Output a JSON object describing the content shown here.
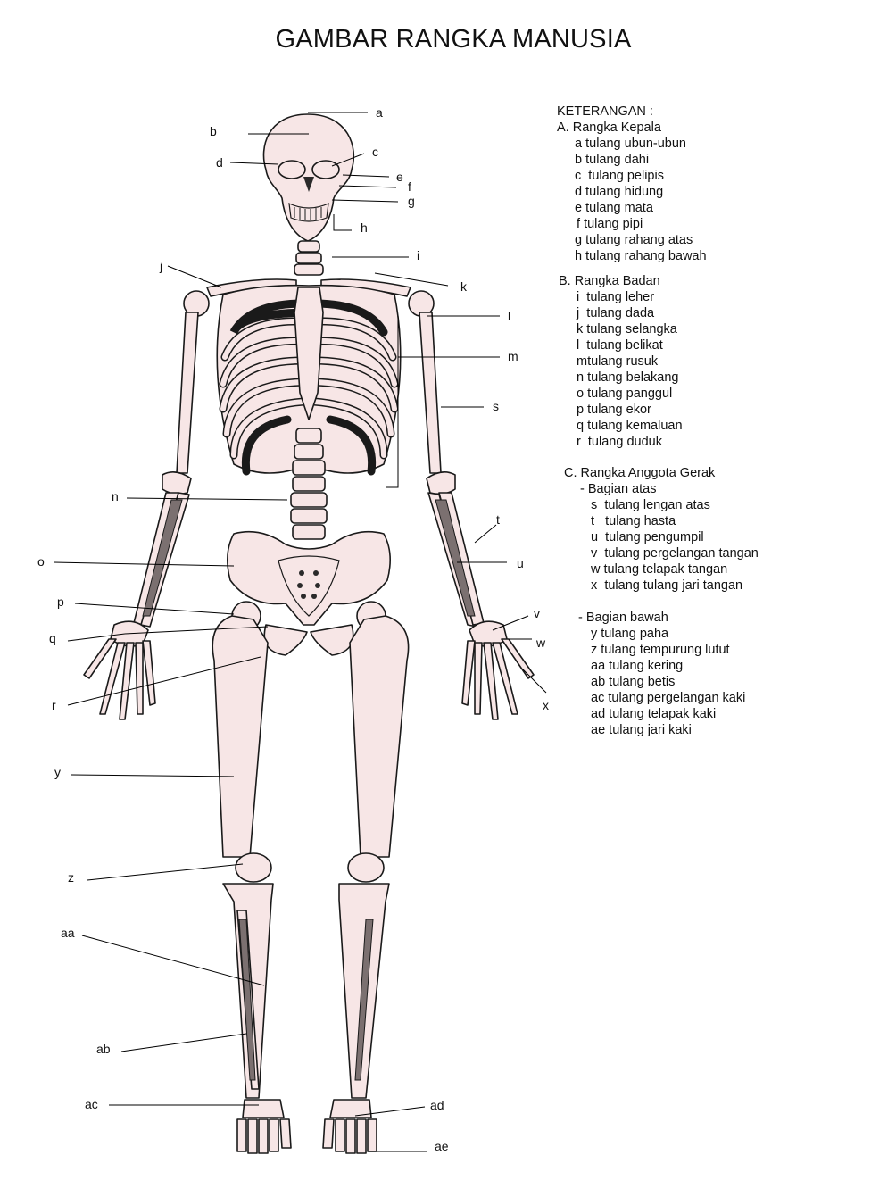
{
  "title": "GAMBAR RANGKA MANUSIA",
  "labels": {
    "a": "a",
    "b": "b",
    "c": "c",
    "d": "d",
    "e": "e",
    "f": "f",
    "g": "g",
    "h": "h",
    "i": "i",
    "j": "j",
    "k": "k",
    "l": "l",
    "m": "m",
    "n": "n",
    "o": "o",
    "p": "p",
    "q": "q",
    "r": "r",
    "s": "s",
    "t": "t",
    "u": "u",
    "v": "v",
    "w": "w",
    "x": "x",
    "y": "y",
    "z": "z",
    "aa": "aa",
    "ab": "ab",
    "ac": "ac",
    "ad": "ad",
    "ae": "ae"
  },
  "legend": {
    "heading": "KETERANGAN :",
    "sections": [
      {
        "title": "A. Rangka Kepala",
        "items": [
          {
            "code": "a",
            "text": "tulang ubun-ubun"
          },
          {
            "code": "b",
            "text": "tulang dahi"
          },
          {
            "code": "c",
            "text": " tulang pelipis"
          },
          {
            "code": "d",
            "text": "tulang hidung"
          },
          {
            "code": "e",
            "text": "tulang mata"
          },
          {
            "code": "f",
            "text": "tulang pipi"
          },
          {
            "code": "g",
            "text": "tulang rahang atas"
          },
          {
            "code": "h",
            "text": "tulang rahang bawah"
          }
        ]
      },
      {
        "title": "B. Rangka Badan",
        "items": [
          {
            "code": "i",
            "text": " tulang leher"
          },
          {
            "code": "j",
            "text": " tulang dada"
          },
          {
            "code": "k",
            "text": "tulang selangka"
          },
          {
            "code": "l",
            "text": " tulang belikat"
          },
          {
            "code": "m",
            "text": "tulang rusuk"
          },
          {
            "code": "n",
            "text": "tulang belakang"
          },
          {
            "code": "o",
            "text": "tulang panggul"
          },
          {
            "code": "p",
            "text": "tulang ekor"
          },
          {
            "code": "q",
            "text": "tulang kemaluan"
          },
          {
            "code": "r",
            "text": " tulang duduk"
          }
        ]
      },
      {
        "title": "C. Rangka Anggota Gerak",
        "subsections": [
          {
            "title": "- Bagian atas",
            "items": [
              {
                "code": "s",
                "text": "tulang lengan atas"
              },
              {
                "code": "t",
                "text": " tulang hasta"
              },
              {
                "code": "u",
                "text": "tulang pengumpil"
              },
              {
                "code": "v",
                "text": "tulang pergelangan tangan"
              },
              {
                "code": "w",
                "text": "tulang telapak tangan"
              },
              {
                "code": "x",
                "text": "tulang tulang jari tangan"
              }
            ]
          },
          {
            "title": "- Bagian bawah",
            "items": [
              {
                "code": "y",
                "text": "tulang paha"
              },
              {
                "code": "z",
                "text": "tulang tempurung lutut"
              },
              {
                "code": "aa",
                "text": "tulang kering"
              },
              {
                "code": "ab",
                "text": "tulang betis"
              },
              {
                "code": "ac",
                "text": "tulang pergelangan kaki"
              },
              {
                "code": "ad",
                "text": "tulang telapak kaki"
              },
              {
                "code": "ae",
                "text": "tulang jari kaki"
              }
            ]
          }
        ]
      }
    ]
  }
}
